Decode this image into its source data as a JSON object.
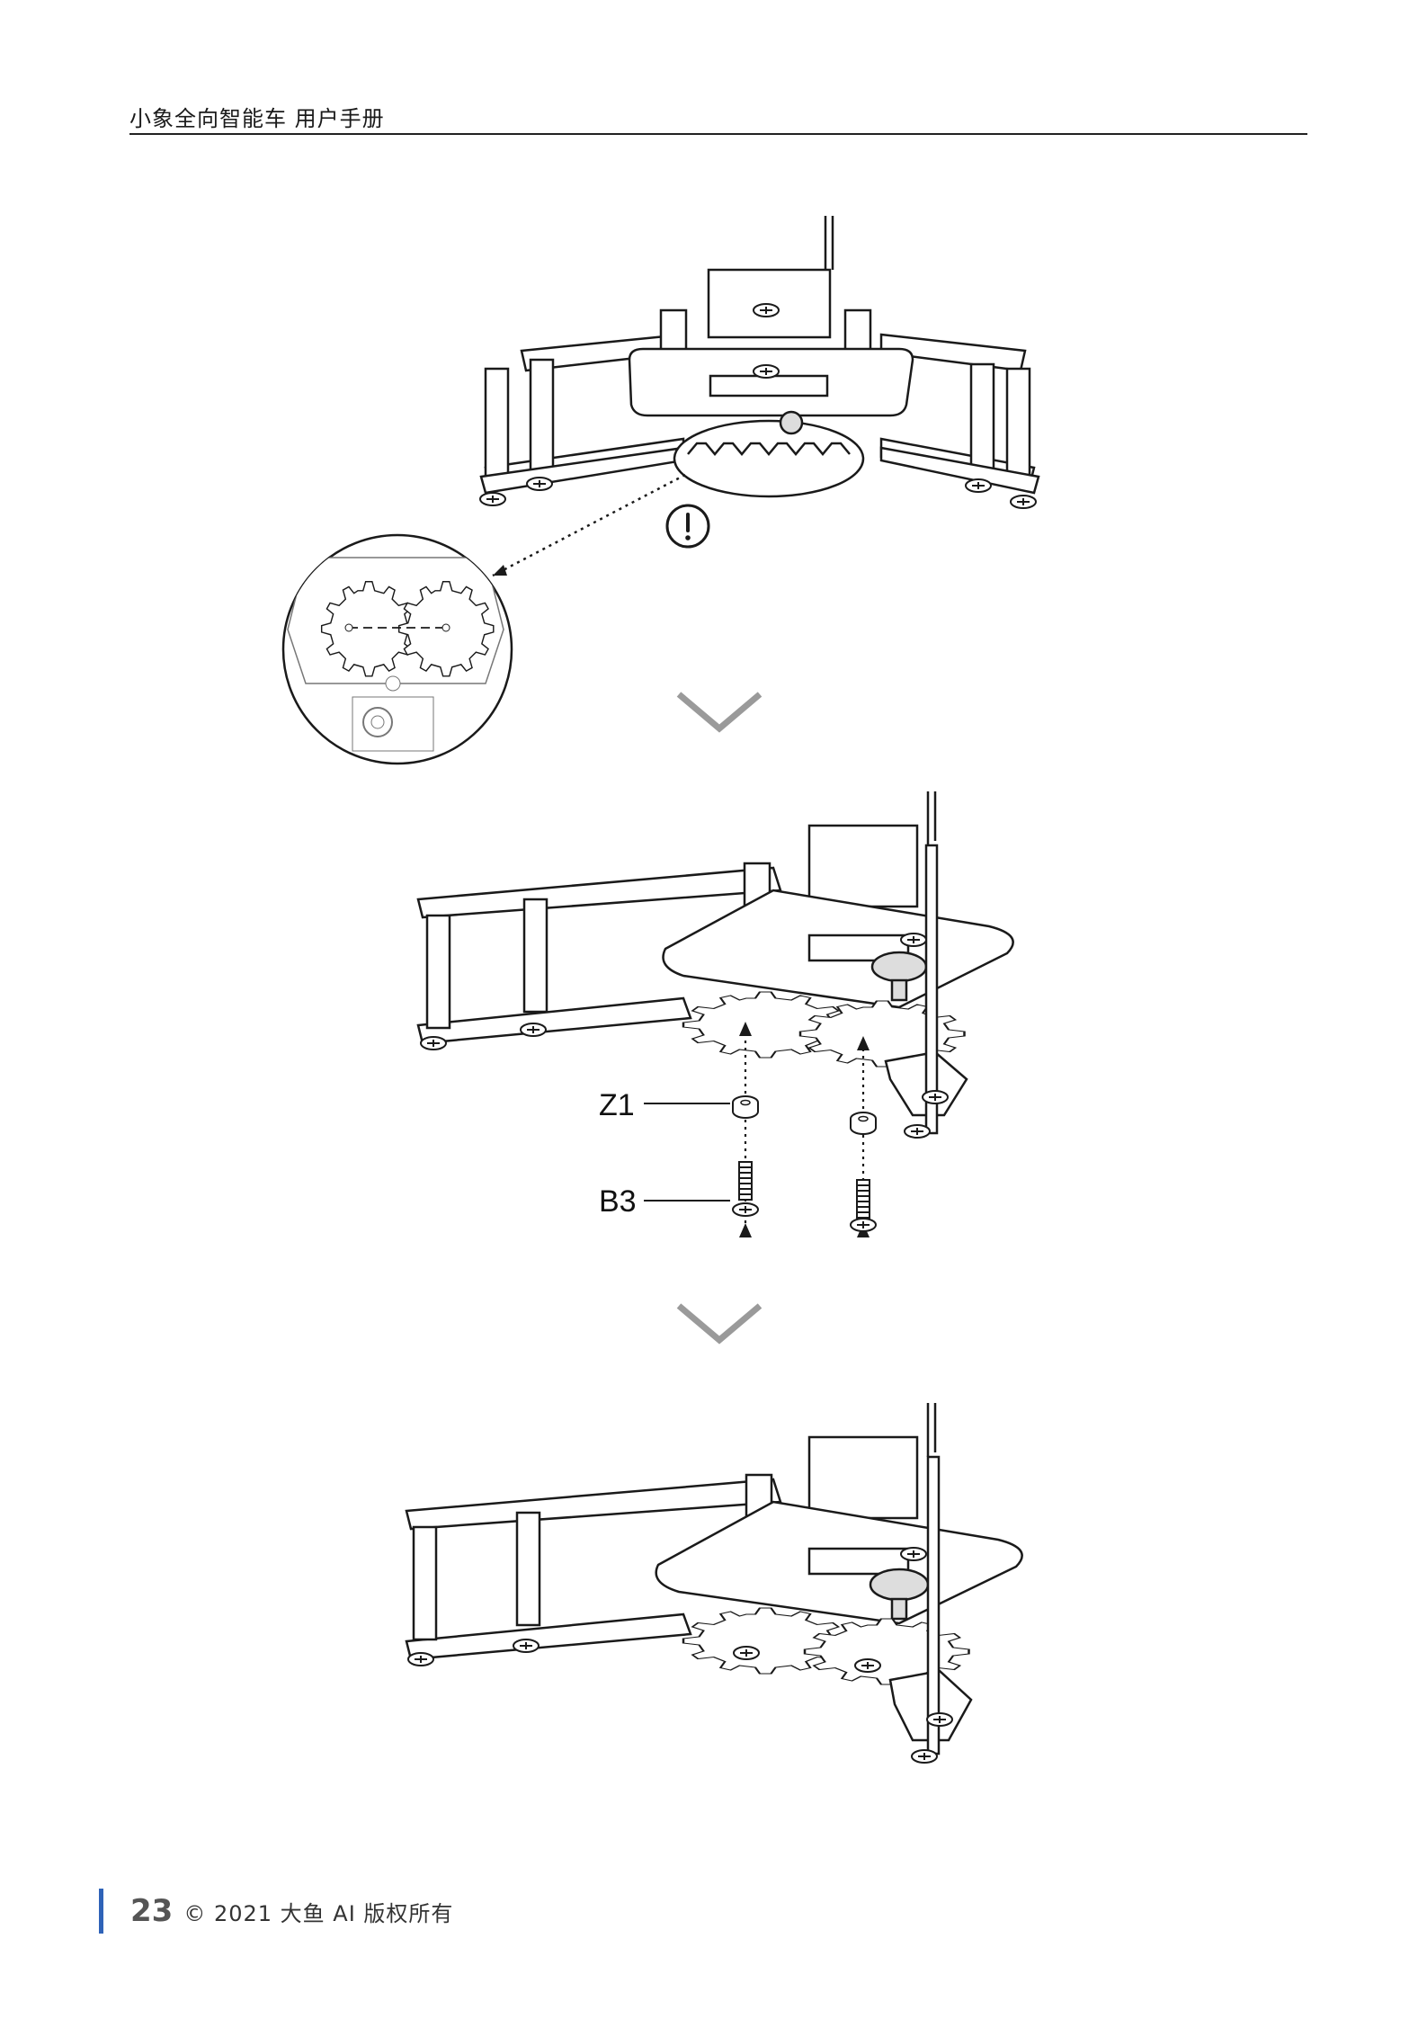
{
  "header": {
    "title": "小象全向智能车    用户手册"
  },
  "step2": {
    "washer_label": "Z1",
    "screw_label": "B3"
  },
  "footer": {
    "page_number": "23",
    "copyright": "© 2021 大鱼 AI 版权所有"
  },
  "colors": {
    "accent_bar": "#2f63b8",
    "line_art": "#1a1a1a",
    "chevron": "#9a9a9a",
    "part_shade": "#dcdcdc"
  }
}
